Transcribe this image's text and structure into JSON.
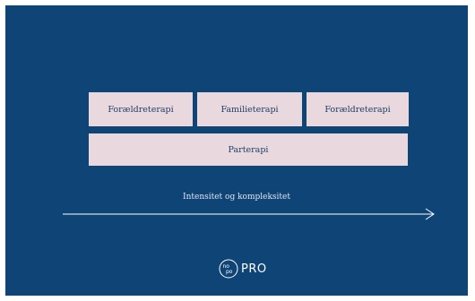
{
  "diagram": {
    "top_row": [
      "Forældreterapi",
      "Familieterapi",
      "Forældreterapi"
    ],
    "bottom_bar": "Parterapi",
    "axis_label": "Intensitet og kompleksitet"
  },
  "logo": {
    "mark_text": "nopo",
    "text": "PRO"
  },
  "colors": {
    "background": "#0f4477",
    "box_fill": "#e9d8dd",
    "box_text": "#1f3f66",
    "light_text": "#ffffff"
  }
}
